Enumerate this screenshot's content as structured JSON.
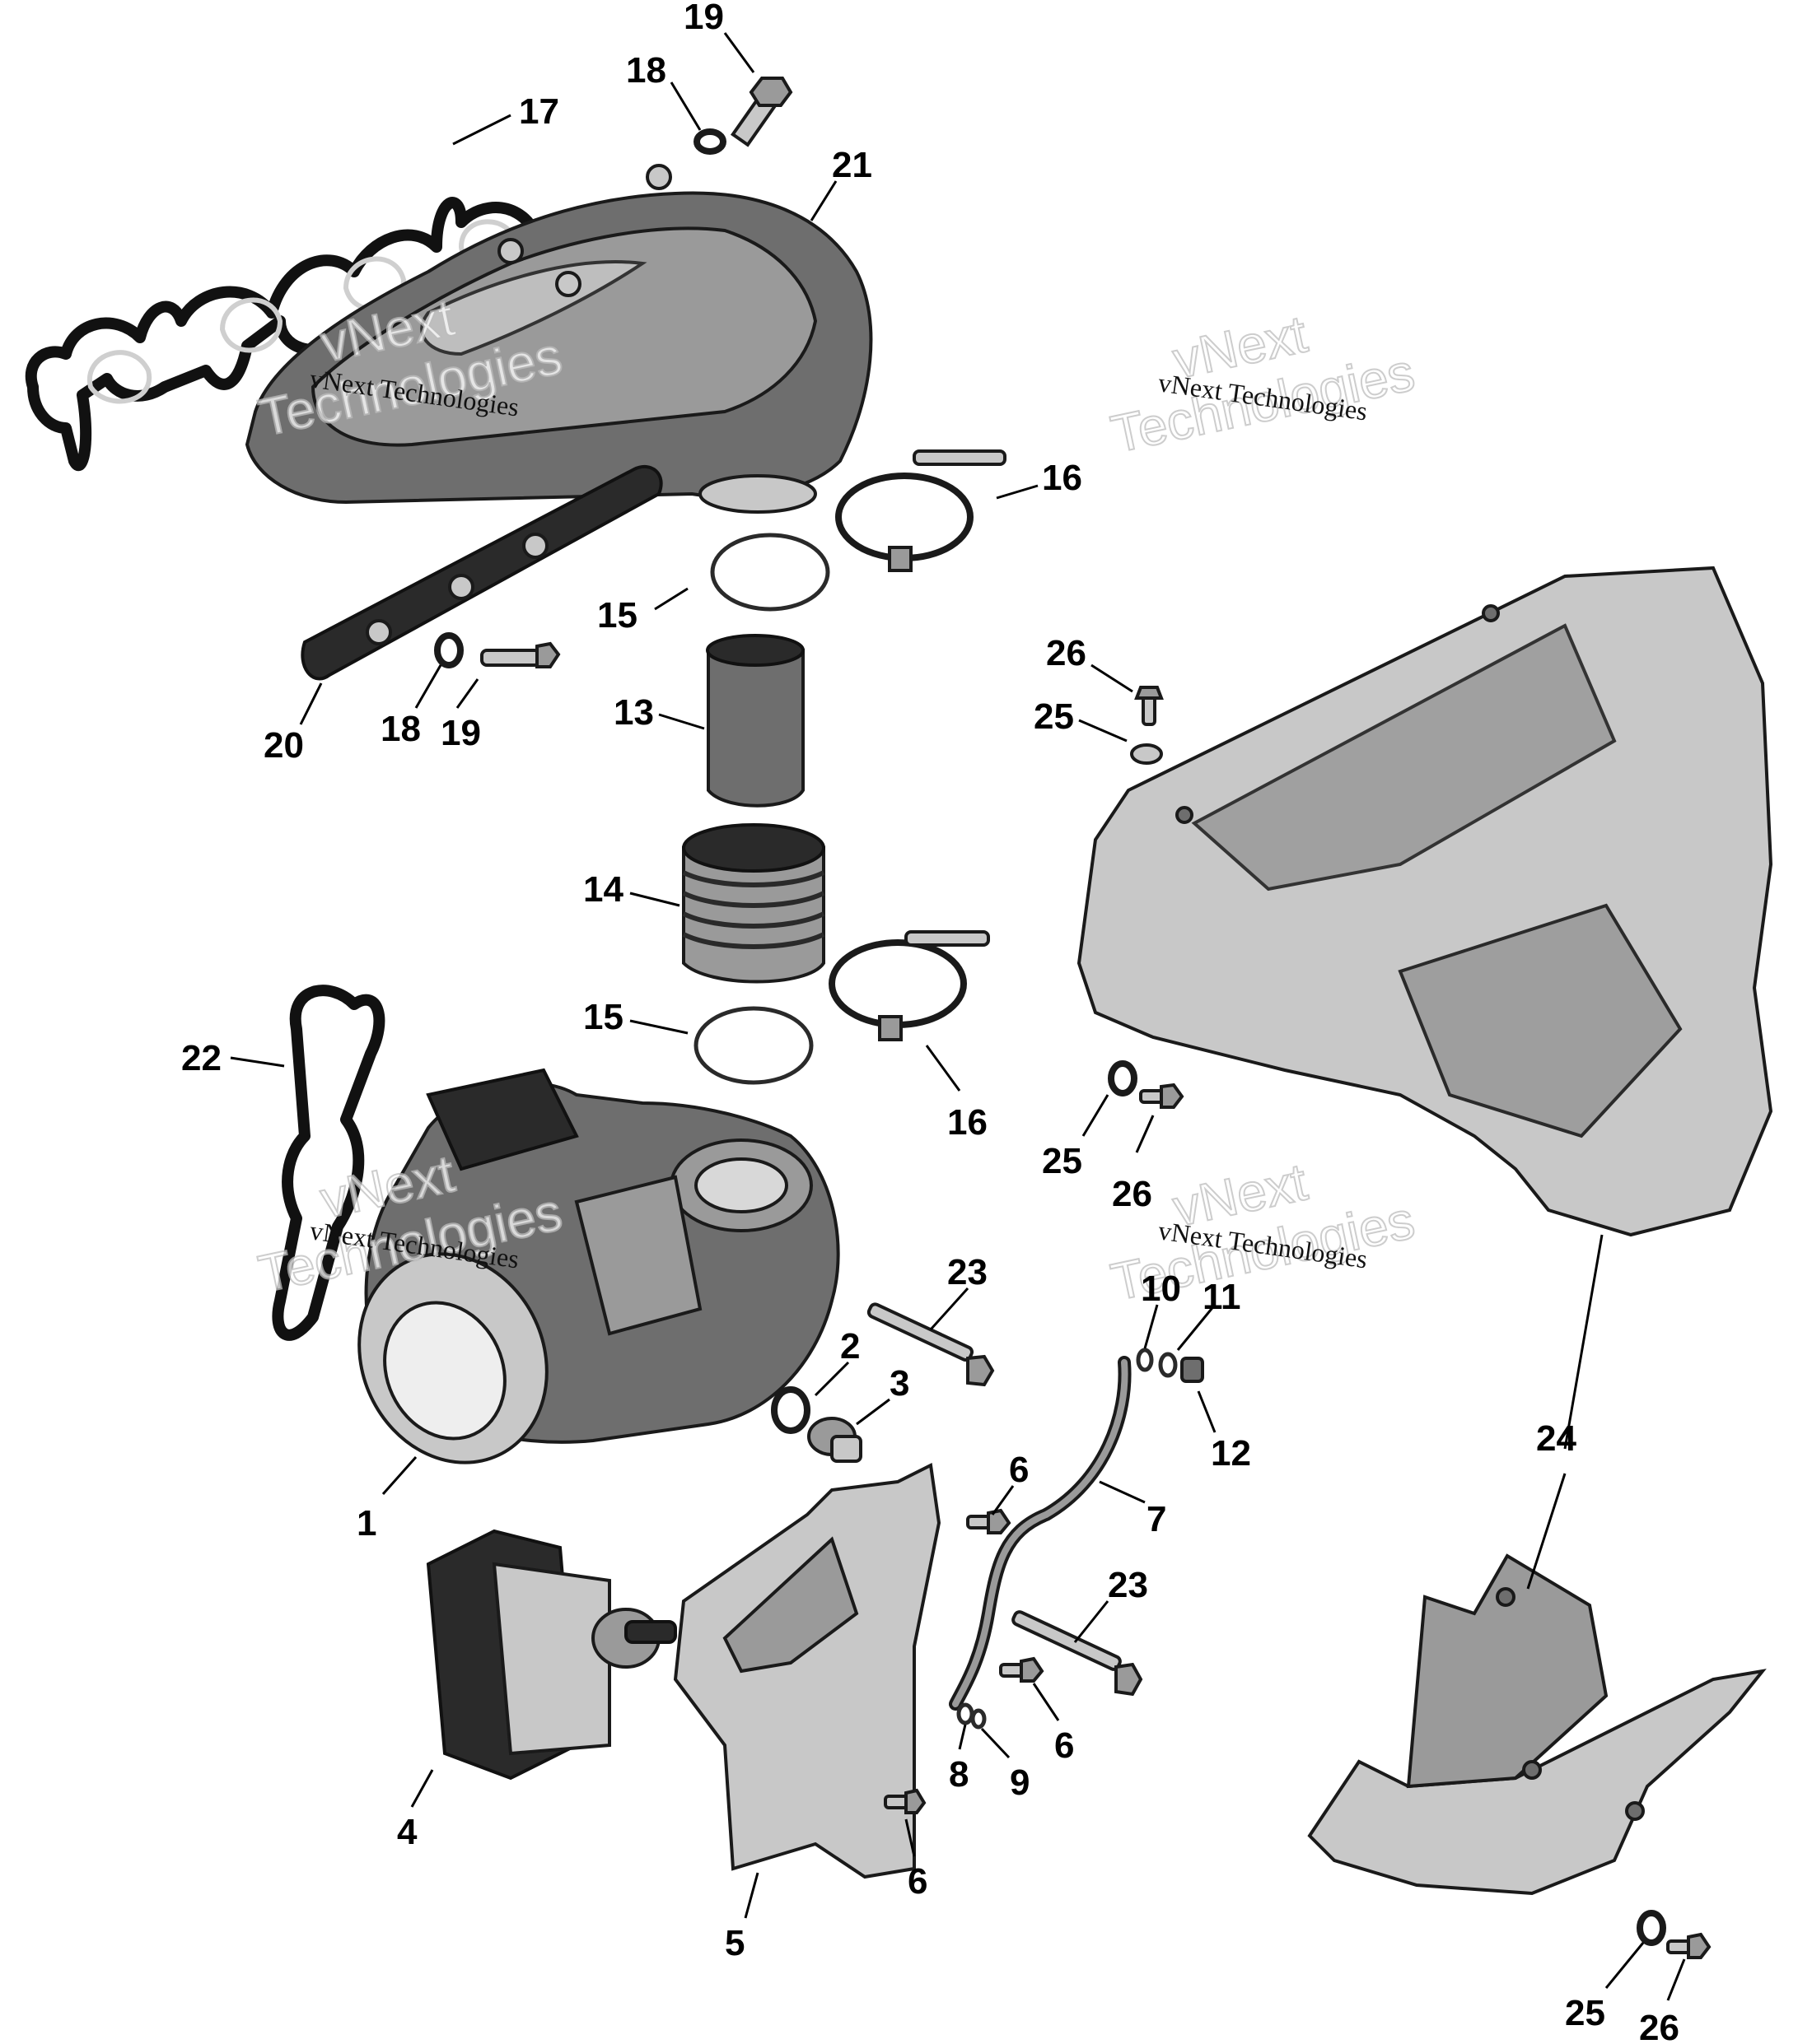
{
  "watermark": {
    "line_small": "vNext Technologies",
    "line_big_1": "vNext",
    "line_big_2": "Technologies"
  },
  "callouts": [
    {
      "id": "c19a",
      "label": "19"
    },
    {
      "id": "c18a",
      "label": "18"
    },
    {
      "id": "c17",
      "label": "17"
    },
    {
      "id": "c21",
      "label": "21"
    },
    {
      "id": "c16a",
      "label": "16"
    },
    {
      "id": "c15a",
      "label": "15"
    },
    {
      "id": "c20",
      "label": "20"
    },
    {
      "id": "c18b",
      "label": "18"
    },
    {
      "id": "c19b",
      "label": "19"
    },
    {
      "id": "c13",
      "label": "13"
    },
    {
      "id": "c26a",
      "label": "26"
    },
    {
      "id": "c25a",
      "label": "25"
    },
    {
      "id": "c14",
      "label": "14"
    },
    {
      "id": "c22",
      "label": "22"
    },
    {
      "id": "c15b",
      "label": "15"
    },
    {
      "id": "c16b",
      "label": "16"
    },
    {
      "id": "c25b",
      "label": "25"
    },
    {
      "id": "c26b",
      "label": "26"
    },
    {
      "id": "c23a",
      "label": "23"
    },
    {
      "id": "c10",
      "label": "10"
    },
    {
      "id": "c11",
      "label": "11"
    },
    {
      "id": "c2",
      "label": "2"
    },
    {
      "id": "c3",
      "label": "3"
    },
    {
      "id": "c12",
      "label": "12"
    },
    {
      "id": "c24",
      "label": "24"
    },
    {
      "id": "c1",
      "label": "1"
    },
    {
      "id": "c6a",
      "label": "6"
    },
    {
      "id": "c7",
      "label": "7"
    },
    {
      "id": "c23b",
      "label": "23"
    },
    {
      "id": "c6b",
      "label": "6"
    },
    {
      "id": "c8",
      "label": "8"
    },
    {
      "id": "c9",
      "label": "9"
    },
    {
      "id": "c4",
      "label": "4"
    },
    {
      "id": "c6c",
      "label": "6"
    },
    {
      "id": "c5",
      "label": "5"
    },
    {
      "id": "c25c",
      "label": "25"
    },
    {
      "id": "c26c",
      "label": "26"
    }
  ]
}
